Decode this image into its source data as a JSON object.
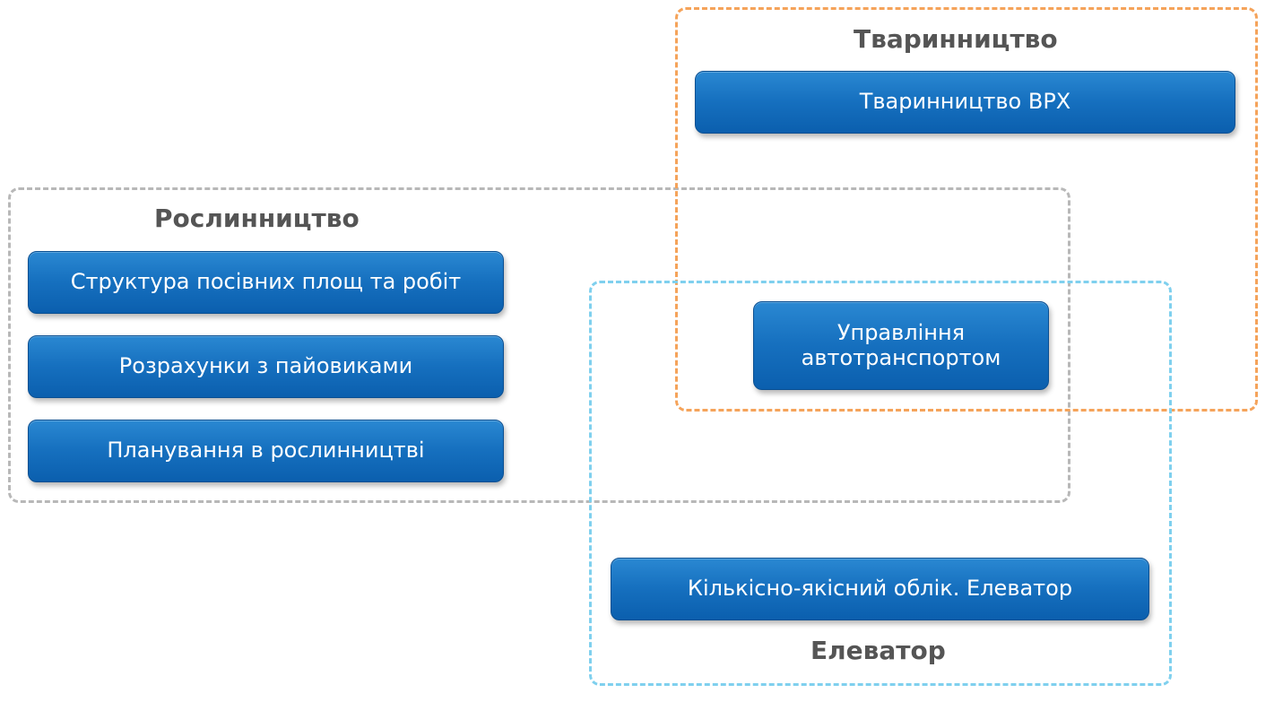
{
  "groups": {
    "animal": {
      "title": "Тваринництво",
      "color": "#f5a35a"
    },
    "crop": {
      "title": "Рослинництво",
      "color": "#b8b8b8"
    },
    "elevator": {
      "title": "Елеватор",
      "color": "#7fd0ee"
    }
  },
  "modules": {
    "cattle": "Тваринництво ВРХ",
    "sowing_structure": "Структура посівних площ та робіт",
    "shareholders": "Розрахунки з пайовиками",
    "crop_planning": "Планування в рослинництві",
    "vehicles": "Управління автотранспортом",
    "grain_accounting": "Кількісно-якісний облік. Елеватор"
  },
  "colors": {
    "module_fill": "#1670bf",
    "module_text": "#ffffff",
    "title_text": "#555555"
  }
}
